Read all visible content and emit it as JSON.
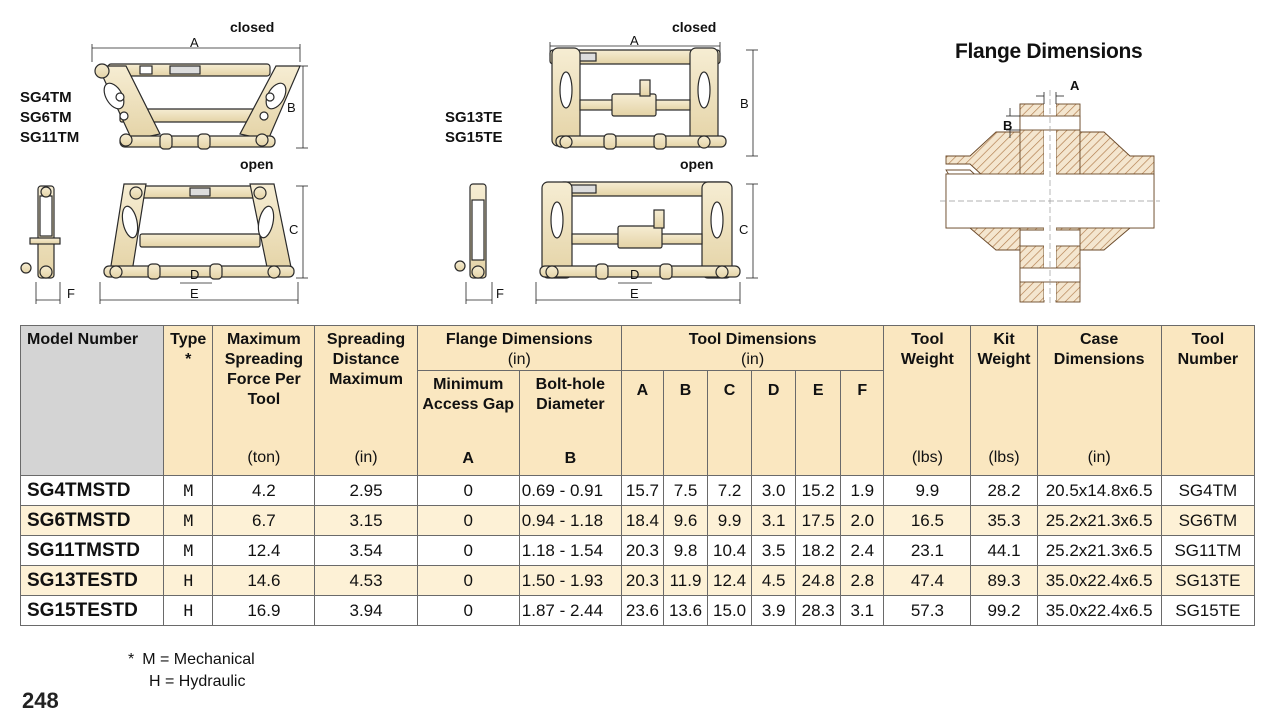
{
  "diagrams": {
    "left": {
      "models": [
        "SG4TM",
        "SG6TM",
        "SG11TM"
      ],
      "closed_label": "closed",
      "open_label": "open",
      "dims": {
        "a": "A",
        "b": "B",
        "c": "C",
        "d": "D",
        "e": "E",
        "f": "F"
      }
    },
    "middle": {
      "models": [
        "SG13TE",
        "SG15TE"
      ],
      "closed_label": "closed",
      "open_label": "open",
      "dims": {
        "a": "A",
        "b": "B",
        "c": "C",
        "d": "D",
        "e": "E",
        "f": "F"
      }
    },
    "flange": {
      "title": "Flange Dimensions",
      "a": "A",
      "b": "B"
    }
  },
  "table": {
    "headers": {
      "model": "Model Number",
      "type": "Type",
      "type_mark": "*",
      "force": "Maximum Spreading Force Per Tool",
      "force_unit": "(ton)",
      "distance": "Spreading Distance Maximum",
      "distance_unit": "(in)",
      "flange": "Flange Dimensions",
      "flange_unit": "(in)",
      "gap": "Minimum Access Gap",
      "gap_letter": "A",
      "bolt": "Bolt-hole Diameter",
      "bolt_letter": "B",
      "tool_dims": "Tool Dimensions",
      "tool_dims_unit": "(in)",
      "dim_letters": [
        "A",
        "B",
        "C",
        "D",
        "E",
        "F"
      ],
      "tool_weight": "Tool Weight",
      "tool_weight_unit": "(lbs)",
      "kit_weight": "Kit Weight",
      "kit_weight_unit": "(lbs)",
      "case": "Case Dimensions",
      "case_unit": "(in)",
      "tool_number": "Tool Number"
    },
    "rows": [
      {
        "model": "SG4TMSTD",
        "type": "M",
        "force": "4.2",
        "distance": "2.95",
        "gap": "0",
        "bolt": "0.69 - 0.91",
        "a": "15.7",
        "b": "7.5",
        "c": "7.2",
        "d": "3.0",
        "e": "15.2",
        "f": "1.9",
        "tool_weight": "9.9",
        "kit_weight": "28.2",
        "case": "20.5x14.8x6.5",
        "tool": "SG4TM"
      },
      {
        "model": "SG6TMSTD",
        "type": "M",
        "force": "6.7",
        "distance": "3.15",
        "gap": "0",
        "bolt": "0.94 - 1.18",
        "a": "18.4",
        "b": "9.6",
        "c": "9.9",
        "d": "3.1",
        "e": "17.5",
        "f": "2.0",
        "tool_weight": "16.5",
        "kit_weight": "35.3",
        "case": "25.2x21.3x6.5",
        "tool": "SG6TM"
      },
      {
        "model": "SG11TMSTD",
        "type": "M",
        "force": "12.4",
        "distance": "3.54",
        "gap": "0",
        "bolt": "1.18 - 1.54",
        "a": "20.3",
        "b": "9.8",
        "c": "10.4",
        "d": "3.5",
        "e": "18.2",
        "f": "2.4",
        "tool_weight": "23.1",
        "kit_weight": "44.1",
        "case": "25.2x21.3x6.5",
        "tool": "SG11TM"
      },
      {
        "model": "SG13TESTD",
        "type": "H",
        "force": "14.6",
        "distance": "4.53",
        "gap": "0",
        "bolt": "1.50 - 1.93",
        "a": "20.3",
        "b": "11.9",
        "c": "12.4",
        "d": "4.5",
        "e": "24.8",
        "f": "2.8",
        "tool_weight": "47.4",
        "kit_weight": "89.3",
        "case": "35.0x22.4x6.5",
        "tool": "SG13TE"
      },
      {
        "model": "SG15TESTD",
        "type": "H",
        "force": "16.9",
        "distance": "3.94",
        "gap": "0",
        "bolt": "1.87 - 2.44",
        "a": "23.6",
        "b": "13.6",
        "c": "15.0",
        "d": "3.9",
        "e": "28.3",
        "f": "3.1",
        "tool_weight": "57.3",
        "kit_weight": "99.2",
        "case": "35.0x22.4x6.5",
        "tool": "SG15TE"
      }
    ]
  },
  "footnote": {
    "mark": "*",
    "line1": "M = Mechanical",
    "line2": "H = Hydraulic"
  },
  "page_number": "248",
  "colors": {
    "tool_body": "#efe3c0",
    "header_bg": "#fae7c0",
    "model_header_bg": "#d4d4d4",
    "alt_row": "#fdf1d6",
    "hatch": "#b07a4a"
  }
}
